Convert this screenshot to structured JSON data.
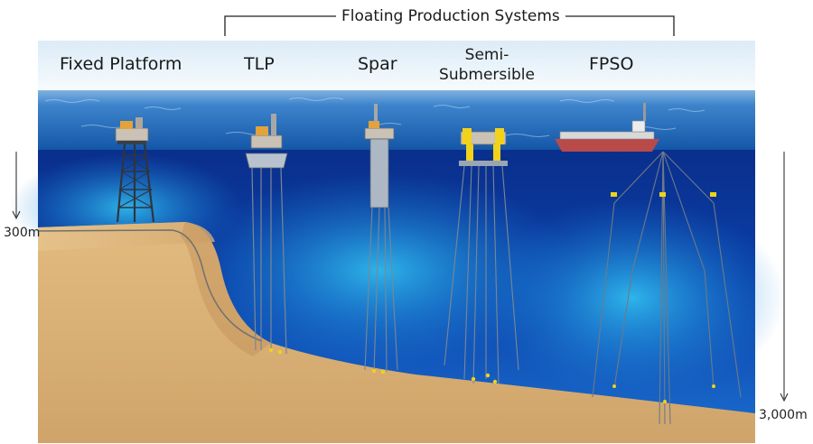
{
  "header": {
    "title": "Floating Production Systems"
  },
  "platforms": [
    {
      "label": "Fixed Platform"
    },
    {
      "label": "TLP"
    },
    {
      "label": "Spar"
    },
    {
      "label": "Semi-",
      "label2": "Submersible"
    },
    {
      "label": "FPSO"
    }
  ],
  "depth_markers": {
    "shallow": "300m",
    "deep": "3,000m"
  },
  "colors": {
    "sky": "#eaf4fb",
    "sea_surface": "#1a5fae",
    "deep_water": "#0b2f86",
    "seabed": "#d9b27a",
    "yellow": "#f2d21a",
    "line": "#6a6a6a"
  }
}
